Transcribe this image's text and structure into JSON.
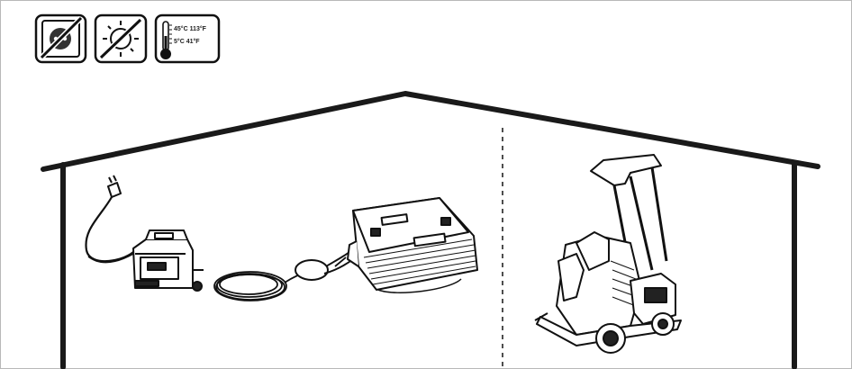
{
  "icons": [
    {
      "name": "no-power-plug-icon"
    },
    {
      "name": "no-direct-sunlight-icon"
    },
    {
      "name": "storage-temperature-icon",
      "high_line": "45°C 113°F",
      "low_line": "5°C 41°F"
    }
  ],
  "scene": {
    "components": [
      "power-supply-unit",
      "power-cable-coil",
      "floating-cable",
      "pool-cleaner-robot",
      "caddy-cart"
    ]
  }
}
